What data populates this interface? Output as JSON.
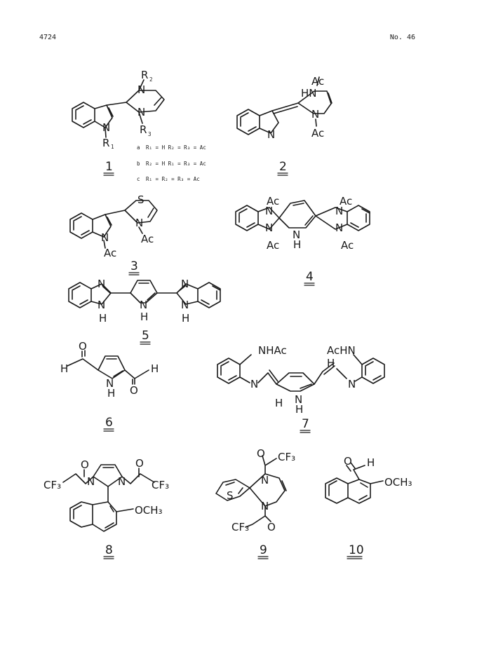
{
  "header": {
    "page_number": "4724",
    "issue": "No. 46"
  },
  "compounds": {
    "c1": {
      "number": "1",
      "atoms": {
        "r2": "R",
        "r2_sub": "2",
        "n_top": "N",
        "n_bot": "N",
        "r3": "R",
        "r3_sub": "3",
        "n_ind": "N",
        "r1": "R",
        "r1_sub": "1"
      },
      "variants": [
        {
          "key": "a",
          "text": "R₁ = H   R₂ = R₃ = Ac"
        },
        {
          "key": "b",
          "text": "R₂ = H   R₁ = R₃ = Ac"
        },
        {
          "key": "c",
          "text": "R₁ = R₂ = R₃ = Ac"
        }
      ]
    },
    "c2": {
      "number": "2",
      "atoms": {
        "ac_top": "Ac",
        "hn": "HN",
        "n_ring": "N",
        "ac_bot": "Ac",
        "n_ind": "N"
      }
    },
    "c3": {
      "number": "3",
      "atoms": {
        "s": "S",
        "n_ring": "N",
        "ac_ring": "Ac",
        "n_ind": "N",
        "ac_ind": "Ac"
      }
    },
    "c4": {
      "number": "4",
      "atoms": {
        "ac1": "Ac",
        "n1": "N",
        "n2": "N",
        "ac2": "Ac",
        "nh": "N",
        "h": "H",
        "ac3": "Ac",
        "n3": "N",
        "n4": "N",
        "ac4": "Ac"
      }
    },
    "c5": {
      "number": "5",
      "atoms": {
        "n1": "N",
        "n2": "N",
        "h1": "H",
        "nh": "N",
        "h2": "H",
        "n3": "N",
        "n4": "N",
        "h3": "H"
      }
    },
    "c6": {
      "number": "6",
      "atoms": {
        "o1": "O",
        "h_left": "H",
        "nh": "N",
        "h_n": "H",
        "o2": "O",
        "h_right": "H"
      }
    },
    "c7": {
      "number": "7",
      "atoms": {
        "nhac": "NHAc",
        "achn": "AcHN",
        "n_left": "N",
        "h_left": "H",
        "nh": "N",
        "h_n": "H",
        "h_right": "H",
        "n_right": "N"
      }
    },
    "c8": {
      "number": "8",
      "atoms": {
        "cf3_left": "CF₃",
        "o_left": "O",
        "n_left": "N",
        "n_right": "N",
        "o_right": "O",
        "cf3_right": "CF₃",
        "och3": "OCH₃"
      }
    },
    "c9": {
      "number": "9",
      "atoms": {
        "o_top": "O",
        "cf3_top": "CF₃",
        "n_top": "N",
        "s": "S",
        "n_bot": "N",
        "cf3_bot": "CF₃",
        "o_bot": "O"
      }
    },
    "c10": {
      "number": "10",
      "atoms": {
        "o": "O",
        "h": "H",
        "och3": "OCH₃"
      }
    }
  }
}
